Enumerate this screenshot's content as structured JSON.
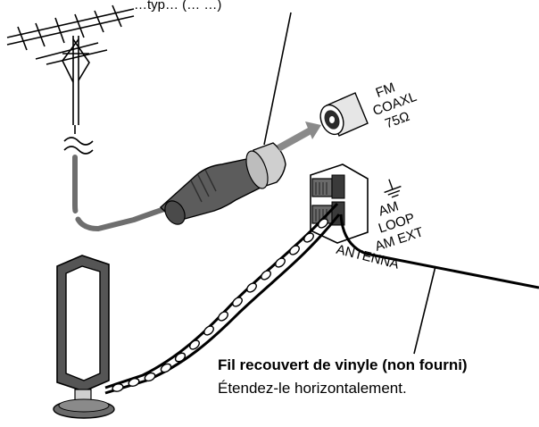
{
  "top_caption": "…typ…              (…                  …)",
  "fm_label": {
    "line1": "FM",
    "line2": "COAXL",
    "line3": "75Ω"
  },
  "ground_symbol": "⏚",
  "am_label": {
    "line1": "AM",
    "line2": "LOOP",
    "line3": "AM EXT"
  },
  "antenna_label": "ANTENNA",
  "wire_caption": {
    "title": "Fil recouvert de vinyle (non fourni)",
    "instruction": "Étendez-le horizontalement."
  },
  "colors": {
    "ink": "#000000",
    "cable_gray": "#6e6e6e",
    "light_gray": "#cfcfcf",
    "mid_gray": "#8a8a8a"
  }
}
